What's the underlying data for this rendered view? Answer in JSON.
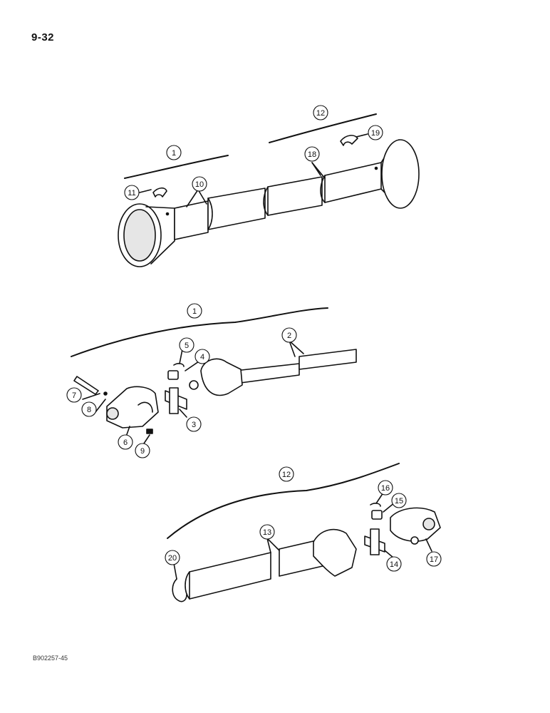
{
  "page_number": "9-32",
  "document_code": "B902257-45",
  "colors": {
    "ink": "#111111",
    "paper": "#ffffff",
    "shade": "#d9d9d9"
  },
  "callouts": {
    "c1_top": "1",
    "c1_mid": "1",
    "c2": "2",
    "c3": "3",
    "c4": "4",
    "c5": "5",
    "c6": "6",
    "c7": "7",
    "c8": "8",
    "c9": "9",
    "c10": "10",
    "c11": "11",
    "c12_top": "12",
    "c12_bot": "12",
    "c13": "13",
    "c14": "14",
    "c15": "15",
    "c16": "16",
    "c17": "17",
    "c18": "18",
    "c19": "19",
    "c20": "20"
  }
}
